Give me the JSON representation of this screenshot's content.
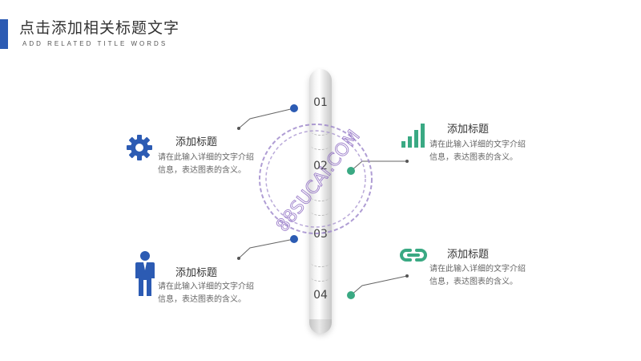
{
  "header": {
    "title": "点击添加相关标题文字",
    "subtitle": "ADD RELATED TITLE WORDS"
  },
  "timeline": {
    "numbers": [
      "01",
      "02",
      "03",
      "04"
    ]
  },
  "items": [
    {
      "title": "添加标题",
      "desc_line1": "请在此输入详细的文字介绍",
      "desc_line2": "信息，表达图表的含义。",
      "icon": "gear-icon",
      "color": "#2c5bb3"
    },
    {
      "title": "添加标题",
      "desc_line1": "请在此输入详细的文字介绍",
      "desc_line2": "信息，表达图表的含义。",
      "icon": "bar-chart-icon",
      "color": "#3aa983"
    },
    {
      "title": "添加标题",
      "desc_line1": "请在此输入详细的文字介绍",
      "desc_line2": "信息，表达图表的含义。",
      "icon": "person-icon",
      "color": "#2c5bb3"
    },
    {
      "title": "添加标题",
      "desc_line1": "请在此输入详细的文字介绍",
      "desc_line2": "信息，表达图表的含义。",
      "icon": "link-icon",
      "color": "#3aa983"
    }
  ],
  "watermark": {
    "text": "88SUCAI.COM",
    "color": "#8d6bc2"
  }
}
